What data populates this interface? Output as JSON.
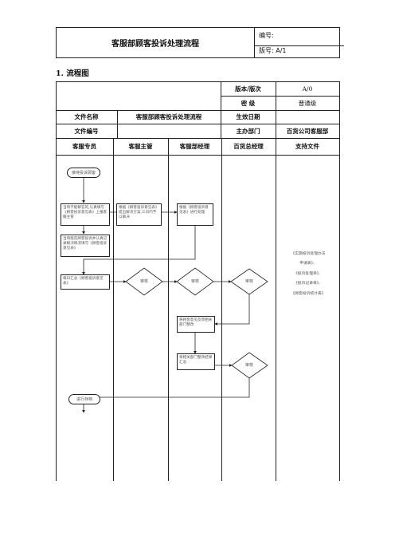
{
  "header": {
    "title": "客服部顾客投诉处理流程",
    "number_label": "编号:",
    "version_label": "版号: A/1"
  },
  "section": {
    "title": "1.  流程图"
  },
  "meta": {
    "version_label": "版本/版次",
    "version_value": "A/0",
    "secrecy_label": "密  级",
    "secrecy_value": "普通级",
    "file_name_label": "文件名称",
    "file_name_value": "客服部顾客投诉处理流程",
    "effective_date_label": "生效日期",
    "file_no_label": "文件编号",
    "dept_label": "主办部门",
    "dept_value": "百货公司客服部"
  },
  "columns": [
    "客服专员",
    "客服主管",
    "客服部经理",
    "百货总经理",
    "支持文件"
  ],
  "flow": {
    "start": "接待投诉顾客",
    "step1": "当场不能解答的,认真填写《顾客投诉意见表》上报客服主管",
    "step2": "根据《顾客投诉意见表》提出解决方案,三日内予以解决",
    "step3": "根据《顾客投诉意见表》进行处理",
    "step4": "当场能答顾客投诉并认真记录解决情况填写《顾客投诉意见表》",
    "step5": "每日汇总《顾客投诉意见表》",
    "review1": "审核",
    "review2": "审核",
    "review3": "审核",
    "step6": "将顾客意见反馈相关部门整改",
    "step7": "将相关部门整改结果汇总",
    "review4": "审核",
    "end": "进行存档"
  },
  "support_docs": [
    "《实施投诉处理办法",
    "  申请表》、",
    "《投诉处理单》、",
    "《投诉记录单》、",
    "《顾客投诉统计表》"
  ]
}
